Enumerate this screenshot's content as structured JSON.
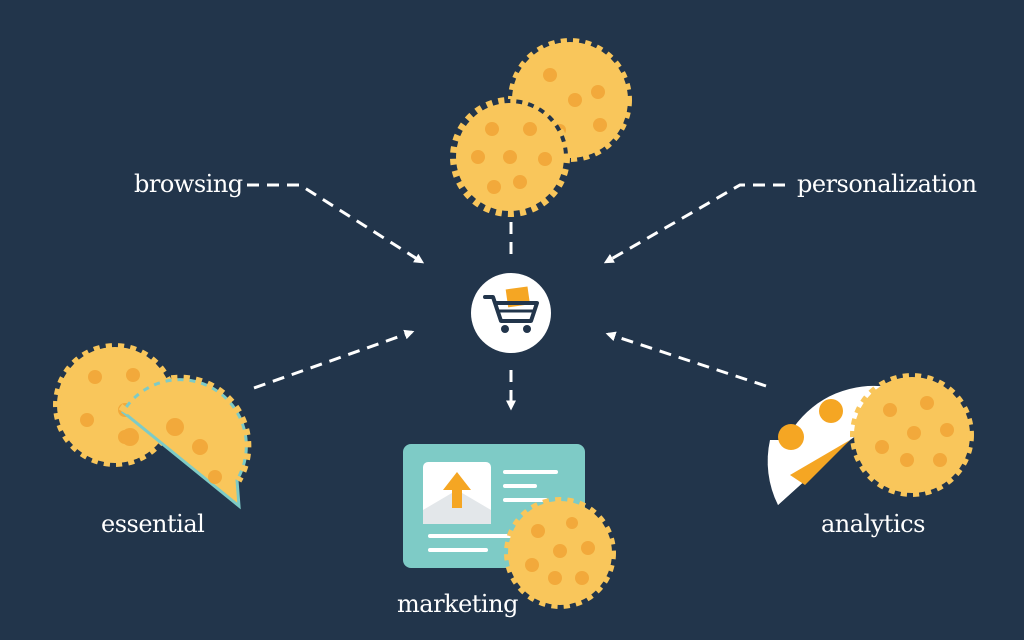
{
  "diagram": {
    "center": {
      "icon": "shopping-cart-icon"
    },
    "nodes": {
      "top": {
        "icon": "cookie-icon"
      },
      "browsing": {
        "label": "browsing"
      },
      "personalization": {
        "label": "personalization"
      },
      "essential": {
        "label": "essential",
        "icon": "cookie-icon"
      },
      "analytics": {
        "label": "analytics",
        "icon": "pie-chart-icon"
      },
      "marketing": {
        "label": "marketing",
        "icon": "ad-card-icon"
      }
    }
  },
  "colors": {
    "background": "#22354b",
    "cookie": "#f9c65b",
    "cookie_chip": "#f2a93b",
    "arrow": "#ffffff",
    "card": "#7ecbc6",
    "accent": "#f5a623"
  }
}
